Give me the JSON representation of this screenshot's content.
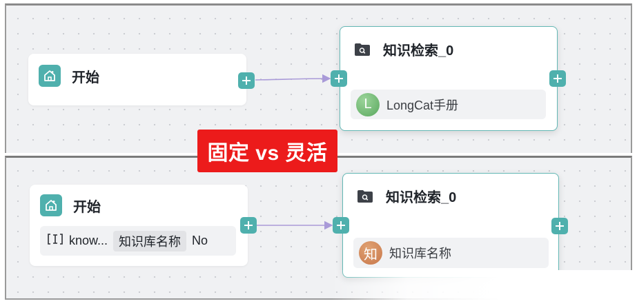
{
  "banner": {
    "text": "固定 vs 灵活"
  },
  "top_flow": {
    "start_node": {
      "title": "开始"
    },
    "kb_node": {
      "title": "知识检索_0",
      "item": {
        "avatar_letter": "L",
        "label": "LongCat手册"
      }
    }
  },
  "bottom_flow": {
    "start_node": {
      "title": "开始",
      "param": {
        "name": "know...",
        "type_tag": "知识库名称",
        "required": "No"
      }
    },
    "kb_node": {
      "title": "知识检索_0",
      "item": {
        "avatar_letter": "知",
        "label": "知识库名称"
      }
    }
  },
  "colors": {
    "accent": "#4fb0ad",
    "canvas": "#f0f1f3",
    "banner": "#ec1b1b",
    "edge": "#a99ad8"
  },
  "icons": [
    "home-icon",
    "folder-search-icon",
    "plus-icon",
    "variable-icon"
  ]
}
